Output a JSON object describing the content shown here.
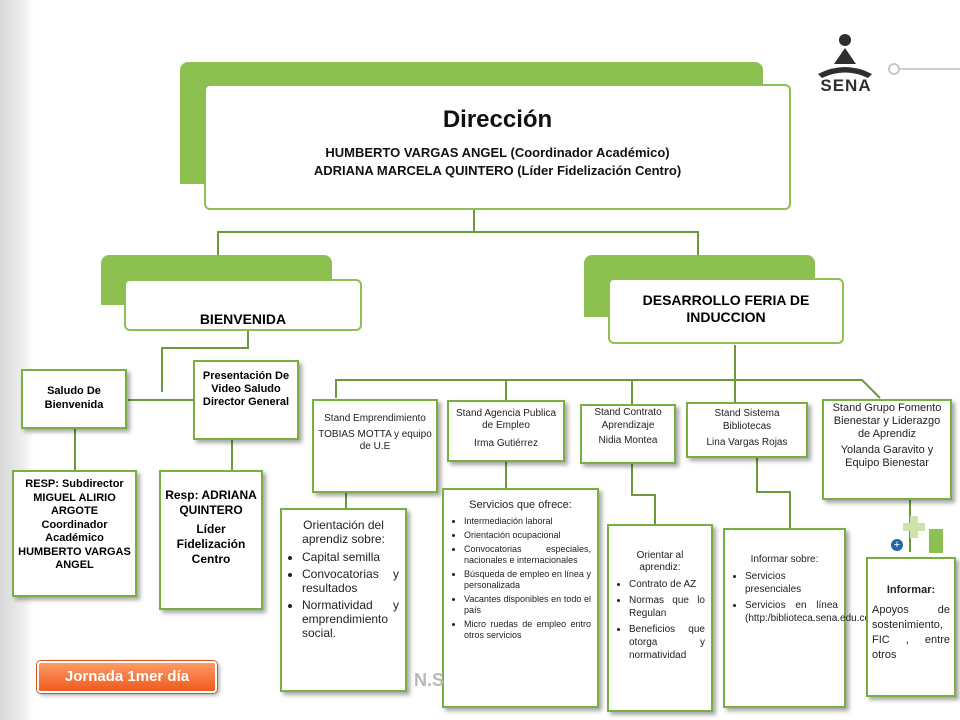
{
  "root": {
    "title": "Dirección",
    "line1": "HUMBERTO VARGAS ANGEL (Coordinador Académico)",
    "line2": "ADRIANA MARCELA QUINTERO (Líder Fidelización Centro)"
  },
  "branches": {
    "bienvenida": "BIENVENIDA",
    "desarrollo": "DESARROLLO FERIA DE INDUCCION"
  },
  "saludo": {
    "label": "Saludo De Bienvenida",
    "resp": "RESP: Subdirector MIGUEL ALIRIO ARGOTE Coordinador Académico HUMBERTO VARGAS ANGEL"
  },
  "presentacion": {
    "label": "Presentación De Video Saludo Director General",
    "resp_line1": "Resp: ADRIANA QUINTERO",
    "resp_line2": "Líder Fidelización Centro"
  },
  "stands": {
    "emprendimiento": {
      "title": "Stand Emprendimiento",
      "owner": "TOBIAS MOTTA y equipo de U.E",
      "detail_title": "Orientación del aprendiz sobre:",
      "items": [
        "Capital semilla",
        "Convocatorias y resultados",
        "Normatividad y emprendimiento social."
      ]
    },
    "empleo": {
      "title": "Stand Agencia Publica de Empleo",
      "owner": "Irma Gutiérrez",
      "detail_title": "Servicios que ofrece:",
      "items": [
        "Intermediación laboral",
        "Orientación ocupacional",
        "Convocatorias especiales, nacionales e internacionales",
        "Búsqueda de empleo en línea y personalizada",
        "Vacantes disponibles en todo el país",
        "Micro ruedas de empleo entro otros servicios"
      ]
    },
    "contrato": {
      "title": "Stand Contrato Aprendizaje",
      "owner": "Nidia Montea",
      "detail_title": "Orientar al aprendiz:",
      "items": [
        "Contrato de AZ",
        "Normas que lo Regulan",
        "Beneficios que otorga y normatividad"
      ]
    },
    "bibliotecas": {
      "title": "Stand Sistema Bibliotecas",
      "owner": "Lina Vargas Rojas",
      "detail_title": "Informar sobre:",
      "items": [
        "Servicios presenciales",
        "Servicios en línea (http:/biblioteca.sena.edu.co)"
      ]
    },
    "bienestar": {
      "title": "Stand Grupo Fomento Bienestar y Liderazgo de Aprendiz",
      "owner": "Yolanda Garavito y Equipo Bienestar",
      "detail_title": "Informar:",
      "detail_text": "Apoyos de sostenimiento, FIC , entre otros"
    }
  },
  "jornada": "Jornada 1mer día",
  "logo_text": "SENA",
  "watermark": "N.S",
  "colors": {
    "accent": "#8cc152",
    "badge": "#f05a1c"
  }
}
